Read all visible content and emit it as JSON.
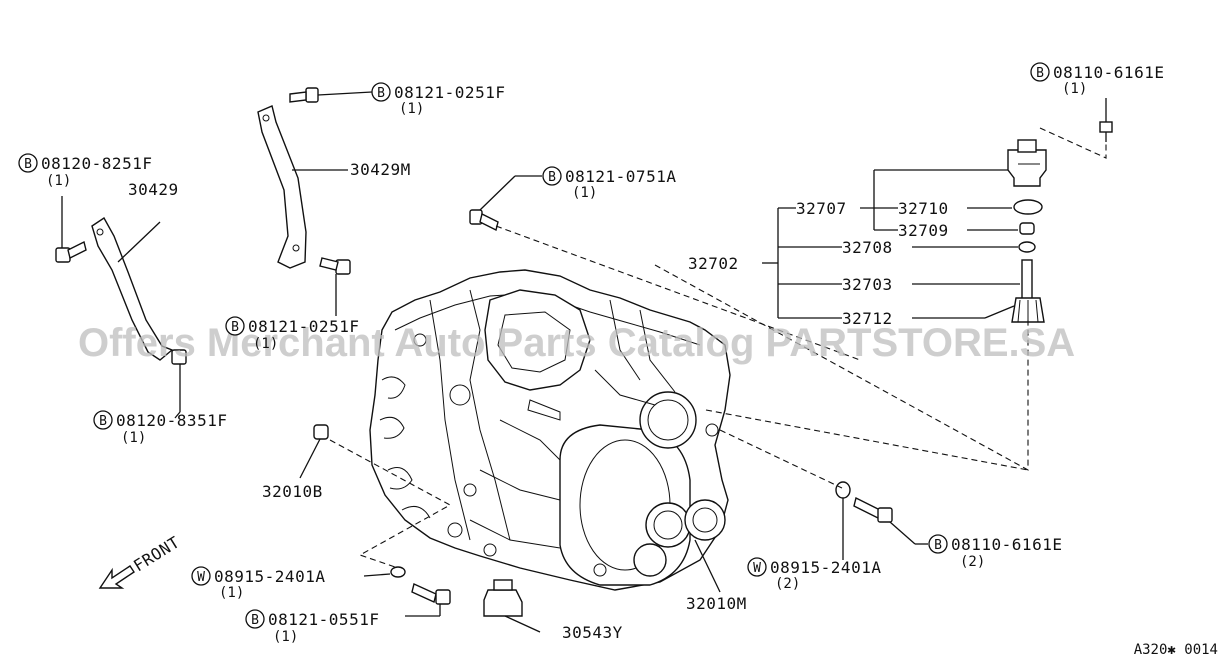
{
  "watermark": "Offers Merchant Auto Parts Catalog PARTSTORE.SA",
  "diagram_code": "A320✱ 0014",
  "front_label": "FRONT",
  "callouts": {
    "bolt_08110_6161E_top": {
      "prefix": "B",
      "part": "08110-6161E",
      "qty": "(1)"
    },
    "bolt_08121_0251F_top": {
      "prefix": "B",
      "part": "08121-0251F",
      "qty": "(1)"
    },
    "bolt_08120_8251F": {
      "prefix": "B",
      "part": "08120-8251F",
      "qty": "(1)"
    },
    "bolt_08121_0751A": {
      "prefix": "B",
      "part": "08121-0751A",
      "qty": "(1)"
    },
    "bolt_08121_0251F_mid": {
      "prefix": "B",
      "part": "08121-0251F",
      "qty": "(1)"
    },
    "bolt_08120_8351F": {
      "prefix": "B",
      "part": "08120-8351F",
      "qty": "(1)"
    },
    "washer_08915_2401A_left": {
      "prefix": "W",
      "part": "08915-2401A",
      "qty": "(1)"
    },
    "bolt_08121_0551F": {
      "prefix": "B",
      "part": "08121-0551F",
      "qty": "(1)"
    },
    "washer_08915_2401A_right": {
      "prefix": "W",
      "part": "08915-2401A",
      "qty": "(2)"
    },
    "bolt_08110_6161E_right": {
      "prefix": "B",
      "part": "08110-6161E",
      "qty": "(2)"
    }
  },
  "parts": {
    "p30429": "30429",
    "p30429M": "30429M",
    "p32707": "32707",
    "p32710": "32710",
    "p32709": "32709",
    "p32708": "32708",
    "p32702": "32702",
    "p32703": "32703",
    "p32712": "32712",
    "p32010B": "32010B",
    "p32010M": "32010M",
    "p30543Y": "30543Y"
  }
}
